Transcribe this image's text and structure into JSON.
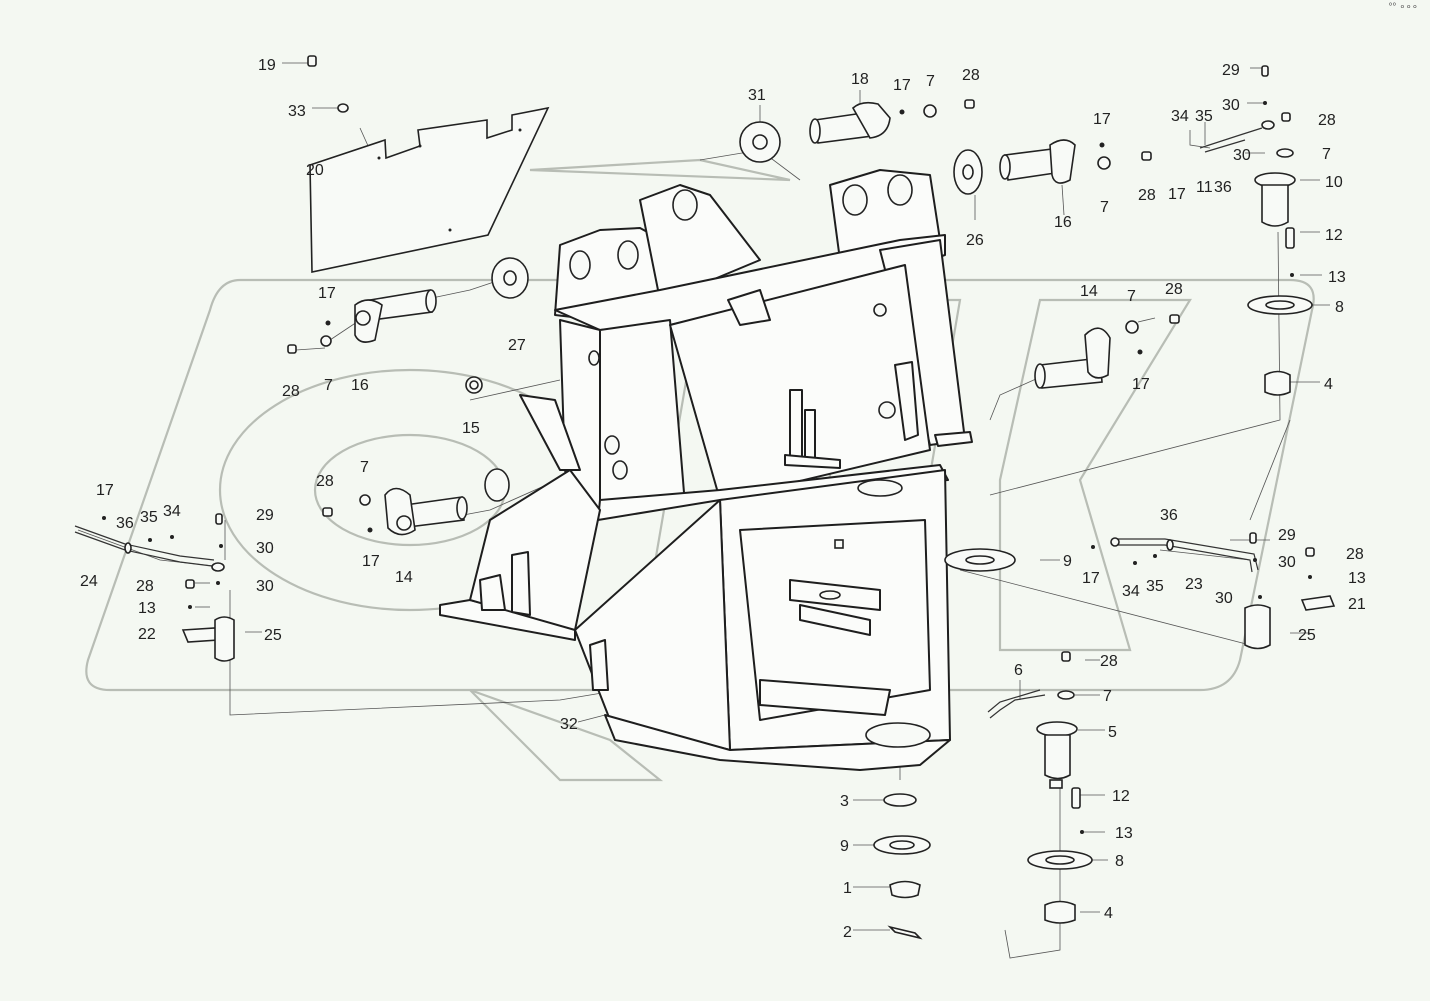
{
  "corner_mark": "°° ∘∘∘",
  "labels": [
    {
      "id": "L1",
      "text": "19"
    },
    {
      "id": "L2",
      "text": "33"
    },
    {
      "id": "L3",
      "text": "20"
    },
    {
      "id": "L4",
      "text": "31"
    },
    {
      "id": "L5",
      "text": "18"
    },
    {
      "id": "L6",
      "text": "17"
    },
    {
      "id": "L7",
      "text": "7"
    },
    {
      "id": "L8",
      "text": "28"
    },
    {
      "id": "L9",
      "text": "17"
    },
    {
      "id": "L10",
      "text": "16"
    },
    {
      "id": "L11",
      "text": "7"
    },
    {
      "id": "L12",
      "text": "28"
    },
    {
      "id": "L13",
      "text": "26"
    },
    {
      "id": "L14",
      "text": "34"
    },
    {
      "id": "L15",
      "text": "35"
    },
    {
      "id": "L16",
      "text": "29"
    },
    {
      "id": "L17",
      "text": "30"
    },
    {
      "id": "L18",
      "text": "28"
    },
    {
      "id": "L19",
      "text": "30"
    },
    {
      "id": "L20",
      "text": "7"
    },
    {
      "id": "L21",
      "text": "17"
    },
    {
      "id": "L22",
      "text": "11"
    },
    {
      "id": "L23",
      "text": "36"
    },
    {
      "id": "L24",
      "text": "10"
    },
    {
      "id": "L25",
      "text": "12"
    },
    {
      "id": "L26",
      "text": "13"
    },
    {
      "id": "L27",
      "text": "8"
    },
    {
      "id": "L28",
      "text": "4"
    },
    {
      "id": "L29",
      "text": "27"
    },
    {
      "id": "L30",
      "text": "17"
    },
    {
      "id": "L31",
      "text": "28"
    },
    {
      "id": "L32",
      "text": "7"
    },
    {
      "id": "L33",
      "text": "16"
    },
    {
      "id": "L34",
      "text": "15"
    },
    {
      "id": "L35",
      "text": "14"
    },
    {
      "id": "L36",
      "text": "7"
    },
    {
      "id": "L37",
      "text": "28"
    },
    {
      "id": "L38",
      "text": "17"
    },
    {
      "id": "L39",
      "text": "28"
    },
    {
      "id": "L40",
      "text": "7"
    },
    {
      "id": "L41",
      "text": "17"
    },
    {
      "id": "L42",
      "text": "14"
    },
    {
      "id": "L43",
      "text": "17"
    },
    {
      "id": "L44",
      "text": "36"
    },
    {
      "id": "L45",
      "text": "35"
    },
    {
      "id": "L46",
      "text": "34"
    },
    {
      "id": "L47",
      "text": "29"
    },
    {
      "id": "L48",
      "text": "30"
    },
    {
      "id": "L49",
      "text": "30"
    },
    {
      "id": "L50",
      "text": "24"
    },
    {
      "id": "L51",
      "text": "28"
    },
    {
      "id": "L52",
      "text": "13"
    },
    {
      "id": "L53",
      "text": "22"
    },
    {
      "id": "L54",
      "text": "25"
    },
    {
      "id": "L55",
      "text": "9"
    },
    {
      "id": "L56",
      "text": "17"
    },
    {
      "id": "L57",
      "text": "36"
    },
    {
      "id": "L58",
      "text": "34"
    },
    {
      "id": "L59",
      "text": "35"
    },
    {
      "id": "L60",
      "text": "23"
    },
    {
      "id": "L61",
      "text": "29"
    },
    {
      "id": "L62",
      "text": "30"
    },
    {
      "id": "L63",
      "text": "28"
    },
    {
      "id": "L64",
      "text": "13"
    },
    {
      "id": "L65",
      "text": "30"
    },
    {
      "id": "L66",
      "text": "21"
    },
    {
      "id": "L67",
      "text": "25"
    },
    {
      "id": "L68",
      "text": "32"
    },
    {
      "id": "L69",
      "text": "6"
    },
    {
      "id": "L70",
      "text": "28"
    },
    {
      "id": "L71",
      "text": "7"
    },
    {
      "id": "L72",
      "text": "5"
    },
    {
      "id": "L73",
      "text": "12"
    },
    {
      "id": "L74",
      "text": "13"
    },
    {
      "id": "L75",
      "text": "8"
    },
    {
      "id": "L76",
      "text": "4"
    },
    {
      "id": "L77",
      "text": "3"
    },
    {
      "id": "L78",
      "text": "9"
    },
    {
      "id": "L79",
      "text": "1"
    },
    {
      "id": "L80",
      "text": "2"
    }
  ]
}
